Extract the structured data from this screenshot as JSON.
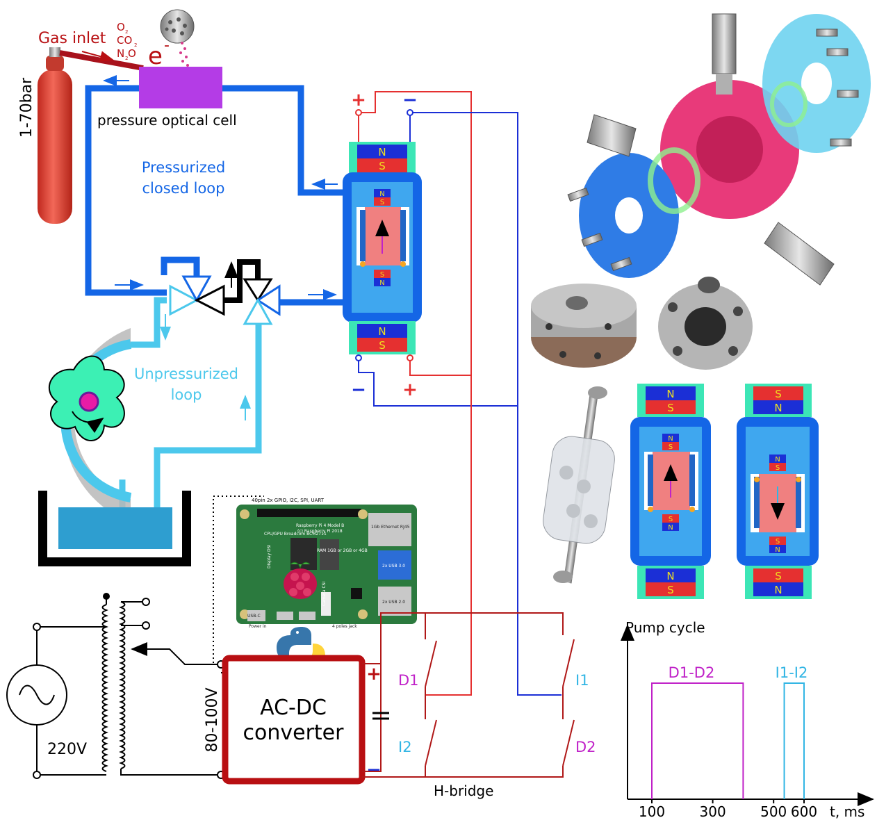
{
  "labels": {
    "gas_inlet": "Gas inlet",
    "gas_o2": "O",
    "gas_o2_sub": "2",
    "gas_co2": "CO",
    "gas_co2_sub": "2",
    "gas_n2o": "N",
    "gas_n2o_sub": "2",
    "gas_n2o_tail": "O",
    "electron": "e",
    "electron_sup": "-",
    "pressure_range": "1-70bar",
    "optical_cell": "pressure optical cell",
    "closed_loop_line1": "Pressurized",
    "closed_loop_line2": "closed loop",
    "unpressurized_line1": "Unpressurized",
    "unpressurized_line2": "loop",
    "plus": "+",
    "minus": "−",
    "magnet_n": "N",
    "magnet_s": "S",
    "mains_voltage": "220V",
    "variac_voltage": "80-100V",
    "converter_line1": "AC-DC",
    "converter_line2": "converter",
    "hbridge": "H-bridge",
    "switch_d1": "D1",
    "switch_d2": "D2",
    "switch_i1": "I1",
    "switch_i2": "I2"
  },
  "rpi": {
    "header": "40pin 2x GPIO, I2C, SPI, UART",
    "model": "Raspberry Pi 4 Model B",
    "copyright": "(c) Raspberry Pi 2018",
    "cpu": "CPU/GPU Broadcom BCM2711",
    "ram": "RAM 1GB or 2GB or 4GB",
    "ethernet": "1Gb Ethernet RJ45",
    "usb3": "2x USB 3.0",
    "usb2": "2x USB 2.0",
    "power": "Power in",
    "usbc": "USB-C",
    "jack": "4 poles jack",
    "display": "Display DSI",
    "camera": "Camera CSI"
  },
  "pump_chart": {
    "title": "Pump cycle",
    "xlabel": "t, ms",
    "ticks": [
      "100",
      "300",
      "500",
      "600"
    ],
    "d_label": "D1-D2",
    "i_label": "I1-I2"
  },
  "chart_data": {
    "type": "line",
    "title": "Pump cycle",
    "xlabel": "t, ms",
    "ylabel": "",
    "x_ticks": [
      100,
      300,
      500,
      600
    ],
    "series": [
      {
        "name": "D1-D2",
        "x": [
          100,
          100,
          400,
          400
        ],
        "y": [
          0,
          1,
          1,
          0
        ]
      },
      {
        "name": "I1-I2",
        "x": [
          535,
          535,
          600,
          600
        ],
        "y": [
          0,
          1,
          1,
          0
        ]
      }
    ]
  },
  "colors": {
    "closed_loop": "#1466e6",
    "open_loop": "#4cc8ec",
    "positive": "#e53030",
    "negative": "#1b2fd6",
    "d_pulse": "#c022c8",
    "i_pulse": "#31b5e4",
    "converter": "#b80f12",
    "hbridge": "#b01818",
    "cell": "#b43ce6",
    "pump": "#3cf0b4"
  }
}
